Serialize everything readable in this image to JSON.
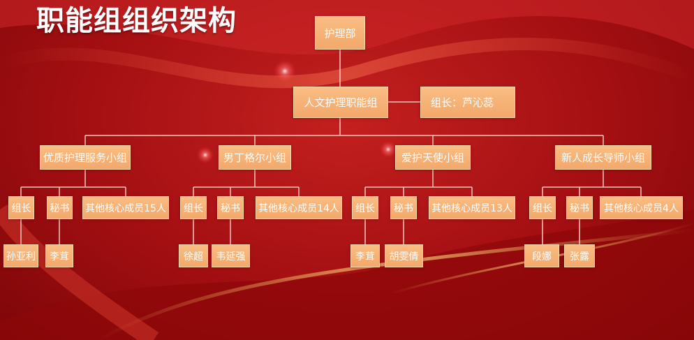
{
  "title": "职能组组织架构",
  "root": "护理部",
  "center": {
    "label": "人文护理职能组",
    "leader": "组长：芦沁蕊"
  },
  "groups": [
    {
      "name": "优质护理服务小组",
      "roles": [
        "组长",
        "秘书",
        "其他核心成员15人"
      ],
      "people": [
        "孙亚利",
        "李茸"
      ]
    },
    {
      "name": "男丁格尔小组",
      "roles": [
        "组长",
        "秘书",
        "其他核心成员14人"
      ],
      "people": [
        "徐超",
        "韦延强"
      ]
    },
    {
      "name": "爱护天使小组",
      "roles": [
        "组长",
        "秘书",
        "其他核心成员13人"
      ],
      "people": [
        "李茸",
        "胡雯倩"
      ]
    },
    {
      "name": "新人成长导师小组",
      "roles": [
        "组长",
        "秘书",
        "其他核心成员4人"
      ],
      "people": [
        "段娜",
        "张露"
      ]
    }
  ],
  "colors": {
    "background": "#b01416",
    "box": "#f6ad6f",
    "line": "#f4c8c0"
  }
}
